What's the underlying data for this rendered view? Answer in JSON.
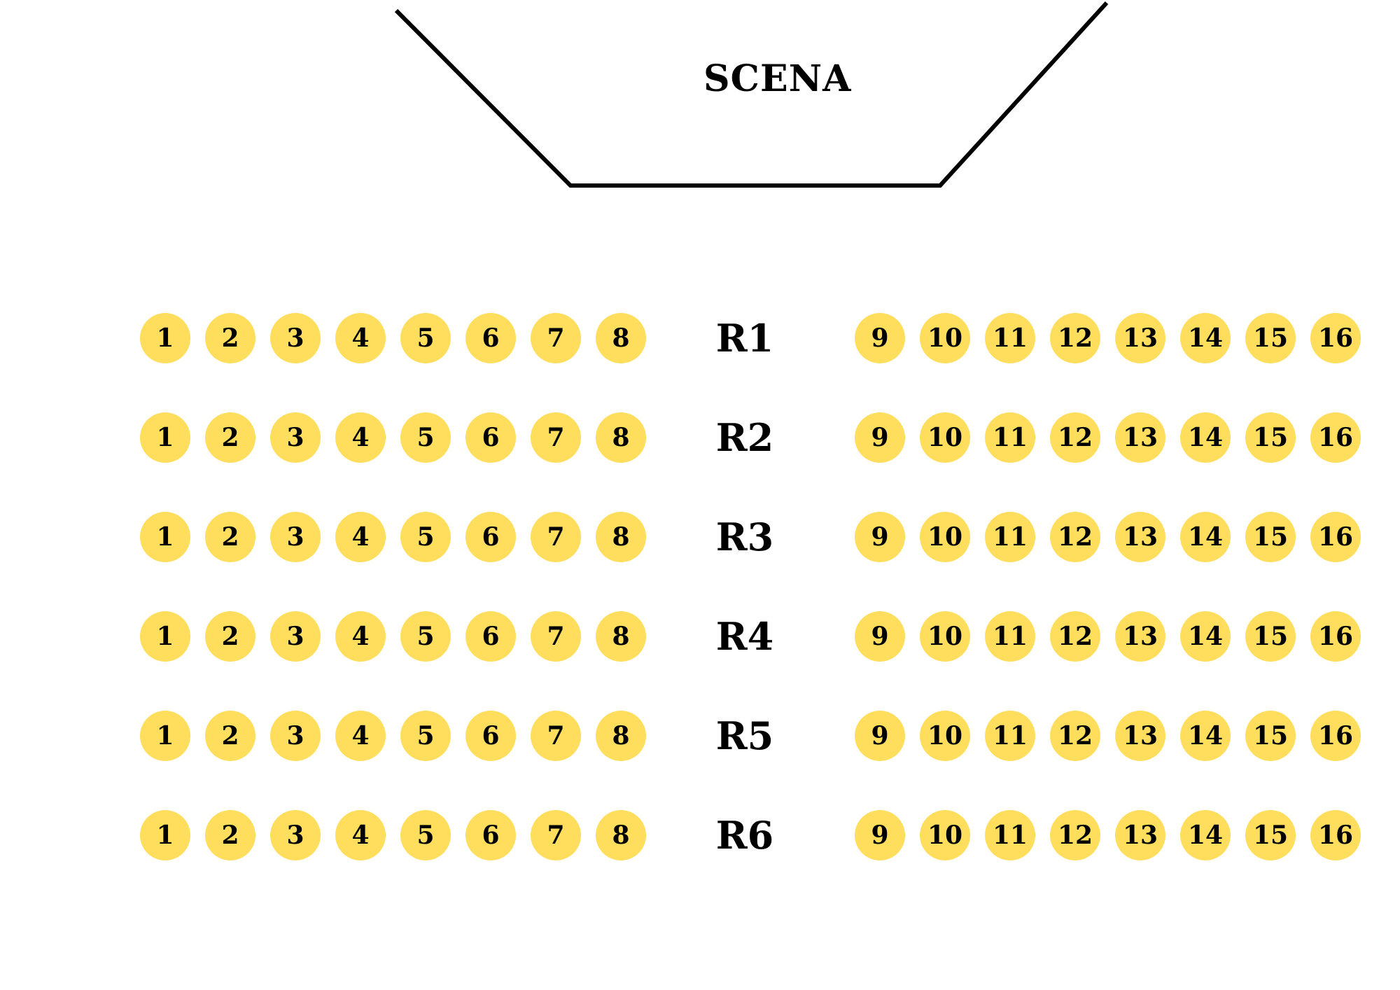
{
  "stage": {
    "label": "SCENA"
  },
  "colors": {
    "seat_fill": "#FEDE5C",
    "text": "#000000",
    "stage_line": "#000000"
  },
  "rows": [
    {
      "label": "R1",
      "left_seats": [
        "1",
        "2",
        "3",
        "4",
        "5",
        "6",
        "7",
        "8"
      ],
      "right_seats": [
        "9",
        "10",
        "11",
        "12",
        "13",
        "14",
        "15",
        "16"
      ]
    },
    {
      "label": "R2",
      "left_seats": [
        "1",
        "2",
        "3",
        "4",
        "5",
        "6",
        "7",
        "8"
      ],
      "right_seats": [
        "9",
        "10",
        "11",
        "12",
        "13",
        "14",
        "15",
        "16"
      ]
    },
    {
      "label": "R3",
      "left_seats": [
        "1",
        "2",
        "3",
        "4",
        "5",
        "6",
        "7",
        "8"
      ],
      "right_seats": [
        "9",
        "10",
        "11",
        "12",
        "13",
        "14",
        "15",
        "16"
      ]
    },
    {
      "label": "R4",
      "left_seats": [
        "1",
        "2",
        "3",
        "4",
        "5",
        "6",
        "7",
        "8"
      ],
      "right_seats": [
        "9",
        "10",
        "11",
        "12",
        "13",
        "14",
        "15",
        "16"
      ]
    },
    {
      "label": "R5",
      "left_seats": [
        "1",
        "2",
        "3",
        "4",
        "5",
        "6",
        "7",
        "8"
      ],
      "right_seats": [
        "9",
        "10",
        "11",
        "12",
        "13",
        "14",
        "15",
        "16"
      ]
    },
    {
      "label": "R6",
      "left_seats": [
        "1",
        "2",
        "3",
        "4",
        "5",
        "6",
        "7",
        "8"
      ],
      "right_seats": [
        "9",
        "10",
        "11",
        "12",
        "13",
        "14",
        "15",
        "16"
      ]
    }
  ]
}
